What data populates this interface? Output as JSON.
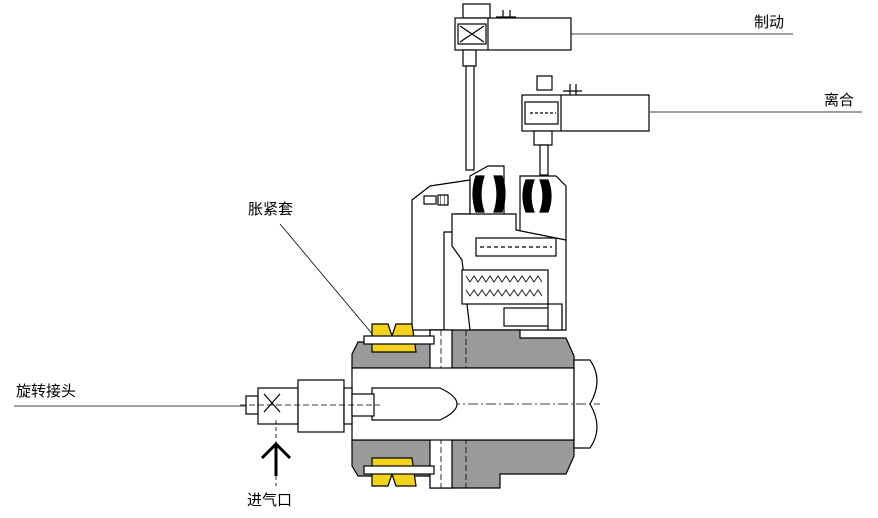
{
  "labels": {
    "brake": "制动",
    "clutch": "离合",
    "expansion_sleeve": "胀紧套",
    "rotary_joint": "旋转接头",
    "air_inlet": "进气口"
  },
  "colors": {
    "housing_fill": "#9a9a9a",
    "sleeve_fill": "#f2d21a",
    "line": "#000000",
    "background": "#ffffff"
  }
}
